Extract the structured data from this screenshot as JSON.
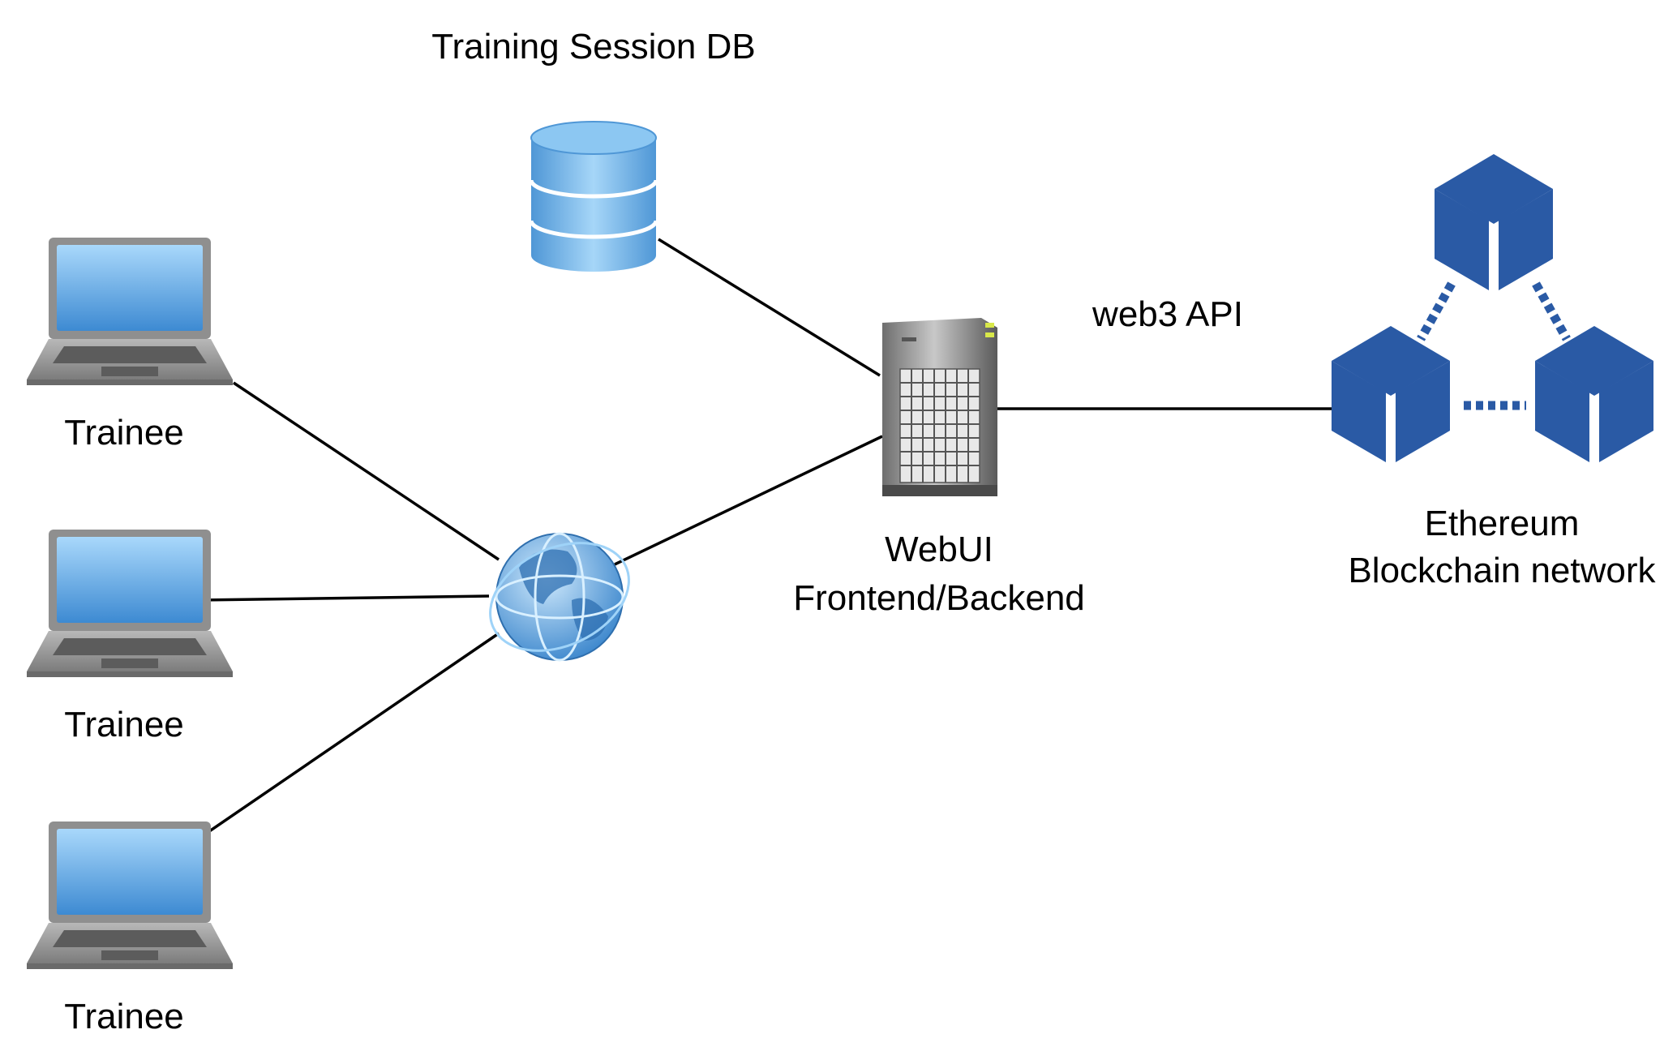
{
  "labels": {
    "db": "Training Session DB",
    "trainee_1": "Trainee",
    "trainee_2": "Trainee",
    "trainee_3": "Trainee",
    "server_line1": "WebUI",
    "server_line2": "Frontend/Backend",
    "api": "web3 API",
    "blockchain_line1": "Ethereum",
    "blockchain_line2": "Blockchain network"
  },
  "icons": {
    "laptop": "laptop-icon",
    "globe": "globe-icon",
    "database": "database-icon",
    "server": "server-icon",
    "blockchain": "blockchain-cubes-icon"
  },
  "colors": {
    "cube": "#2a5aa5",
    "laptop_screen": "#5aa8e8",
    "laptop_body": "#9a9a9a",
    "db": "#6fb4ea",
    "globe": "#5aa3e0",
    "server": "#8a8a8a",
    "server_led": "#d8e84a",
    "line": "#000000"
  }
}
